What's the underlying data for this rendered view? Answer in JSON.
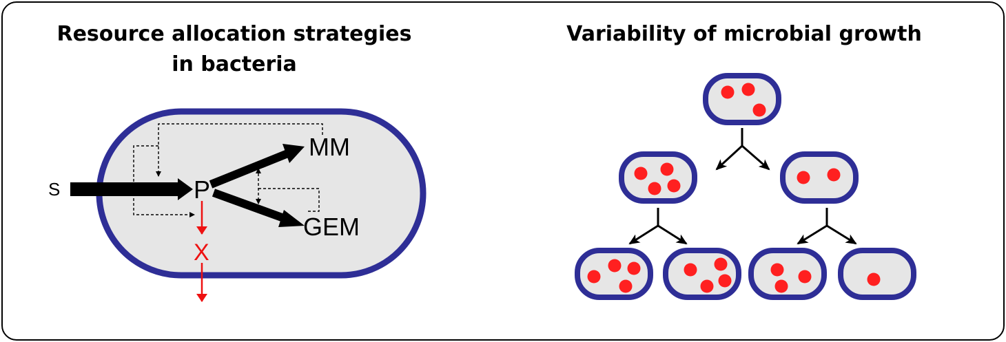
{
  "left_panel": {
    "title_line1": "Resource allocation strategies",
    "title_line2": "in bacteria",
    "labels": {
      "substrate": "S",
      "precursor": "P",
      "macromolecules": "MM",
      "gem": "GEM",
      "excretion": "X"
    }
  },
  "right_panel": {
    "title": "Variability of microbial growth",
    "cells": [
      {
        "generation": 0,
        "dots": 3
      },
      {
        "generation": 1,
        "dots": 4
      },
      {
        "generation": 1,
        "dots": 2
      },
      {
        "generation": 2,
        "dots": 4
      },
      {
        "generation": 2,
        "dots": 4
      },
      {
        "generation": 2,
        "dots": 3
      },
      {
        "generation": 2,
        "dots": 1
      }
    ]
  },
  "colors": {
    "cell_border": "#2e2e96",
    "cell_fill": "#e6e6e6",
    "dot": "#ff2020",
    "excretion": "#ee1111",
    "arrow": "#000000"
  }
}
